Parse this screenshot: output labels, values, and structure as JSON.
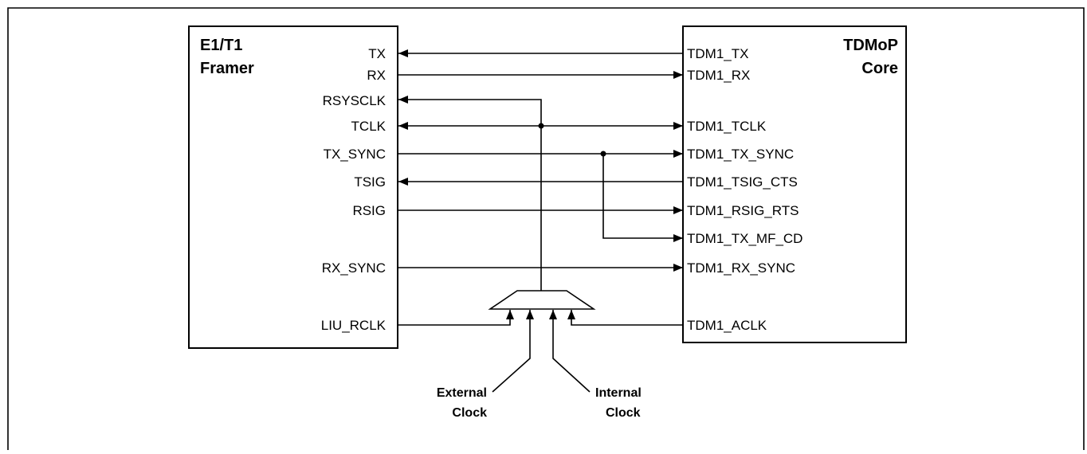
{
  "framer": {
    "title_line1": "E1/T1",
    "title_line2": "Framer",
    "pins": {
      "tx": "TX",
      "rx": "RX",
      "rsysclk": "RSYSCLK",
      "tclk": "TCLK",
      "tx_sync": "TX_SYNC",
      "tsig": "TSIG",
      "rsig": "RSIG",
      "rx_sync": "RX_SYNC",
      "liu_rclk": "LIU_RCLK"
    }
  },
  "core": {
    "title_line1": "TDMoP",
    "title_line2": "Core",
    "pins": {
      "tdm1_tx": "TDM1_TX",
      "tdm1_rx": "TDM1_RX",
      "tdm1_tclk": "TDM1_TCLK",
      "tdm1_tx_sync": "TDM1_TX_SYNC",
      "tdm1_tsig_cts": "TDM1_TSIG_CTS",
      "tdm1_rsig_rts": "TDM1_RSIG_RTS",
      "tdm1_tx_mf_cd": "TDM1_TX_MF_CD",
      "tdm1_rx_sync": "TDM1_RX_SYNC",
      "tdm1_aclk": "TDM1_ACLK"
    }
  },
  "clock_labels": {
    "external_line1": "External",
    "external_line2": "Clock",
    "internal_line1": "Internal",
    "internal_line2": "Clock"
  }
}
